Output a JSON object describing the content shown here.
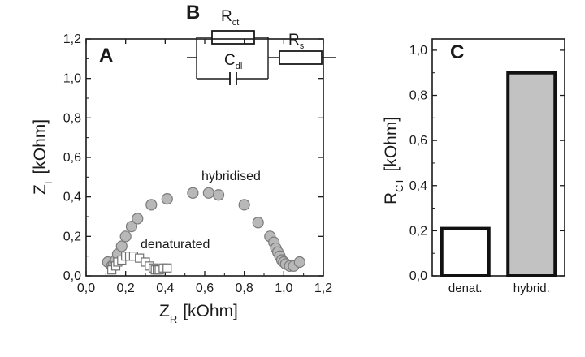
{
  "figure": {
    "panels": {
      "a": "A",
      "b": "B",
      "c": "C"
    }
  },
  "circuit": {
    "rct": {
      "main": "R",
      "sub": "ct"
    },
    "cdl": {
      "main": "C",
      "sub": "dl"
    },
    "rs": {
      "main": "R",
      "sub": "s"
    }
  },
  "chart_data": [
    {
      "type": "scatter",
      "panel": "A",
      "xlabel": {
        "main": "Z",
        "sub": "R",
        "unit": "[kOhm]"
      },
      "ylabel": {
        "main": "Z",
        "sub": "I",
        "unit": "[kOhm]"
      },
      "xlim": [
        0,
        1.2
      ],
      "ylim": [
        0,
        1.2
      ],
      "xticks": [
        "0,0",
        "0,2",
        "0,4",
        "0,6",
        "0,8",
        "1,0",
        "1,2"
      ],
      "yticks": [
        "0,0",
        "0,2",
        "0,4",
        "0,6",
        "0,8",
        "1,0",
        "1,2"
      ],
      "series": [
        {
          "name": "hybridised",
          "marker": "circle",
          "color": "#b8b8b8",
          "x": [
            0.11,
            0.13,
            0.14,
            0.15,
            0.16,
            0.18,
            0.2,
            0.23,
            0.26,
            0.33,
            0.41,
            0.54,
            0.62,
            0.67,
            0.8,
            0.87,
            0.93,
            0.95,
            0.96,
            0.97,
            0.98,
            0.99,
            1.0,
            1.01,
            1.03,
            1.05,
            1.08
          ],
          "y": [
            0.07,
            0.05,
            0.06,
            0.08,
            0.11,
            0.15,
            0.2,
            0.25,
            0.29,
            0.36,
            0.39,
            0.42,
            0.42,
            0.41,
            0.36,
            0.27,
            0.2,
            0.17,
            0.14,
            0.12,
            0.1,
            0.08,
            0.07,
            0.06,
            0.05,
            0.05,
            0.07
          ]
        },
        {
          "name": "denaturated",
          "marker": "square",
          "color": "#ffffff",
          "x": [
            0.13,
            0.15,
            0.16,
            0.18,
            0.2,
            0.22,
            0.24,
            0.27,
            0.3,
            0.32,
            0.34,
            0.35,
            0.36,
            0.37,
            0.39,
            0.41
          ],
          "y": [
            0.03,
            0.05,
            0.07,
            0.08,
            0.1,
            0.1,
            0.1,
            0.09,
            0.07,
            0.05,
            0.04,
            0.03,
            0.03,
            0.03,
            0.04,
            0.04
          ]
        }
      ]
    },
    {
      "type": "bar",
      "panel": "C",
      "categories": [
        "denat.",
        "hybrid."
      ],
      "values": [
        0.21,
        0.9
      ],
      "colors": [
        "#ffffff",
        "#c2c2c2"
      ],
      "ylabel": {
        "main": "R",
        "sub": "CT",
        "unit": "[kOhm]"
      },
      "ylim": [
        0,
        1.05
      ],
      "yticks": [
        "0,0",
        "0,2",
        "0,4",
        "0,6",
        "0,8",
        "1,0"
      ]
    }
  ]
}
